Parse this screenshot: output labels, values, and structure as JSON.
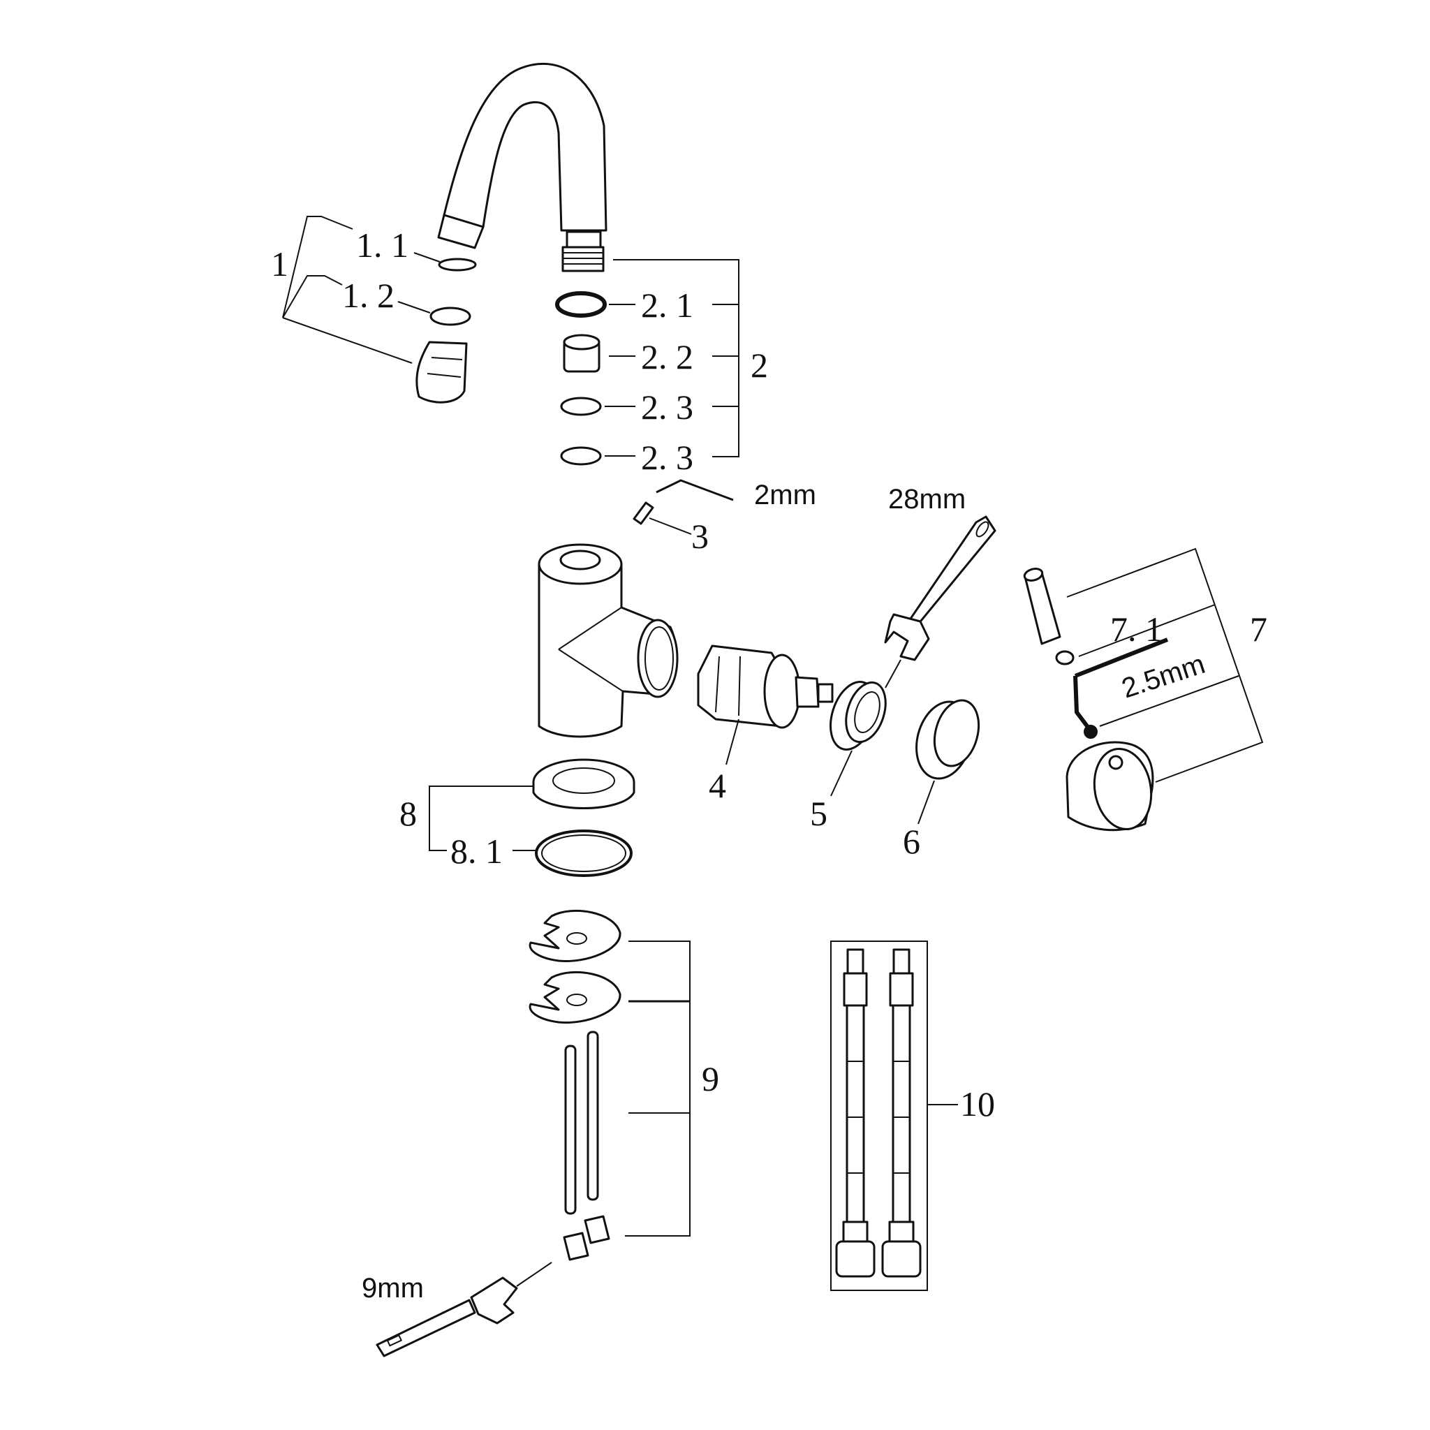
{
  "labels": {
    "p1": "1",
    "p1_1": "1. 1",
    "p1_2": "1. 2",
    "p2": "2",
    "p2_1": "2. 1",
    "p2_2": "2. 2",
    "p2_3a": "2. 3",
    "p2_3b": "2. 3",
    "p3": "3",
    "p4": "4",
    "p5": "5",
    "p6": "6",
    "p7": "7",
    "p7_1": "7. 1",
    "p8": "8",
    "p8_1": "8. 1",
    "p9": "9",
    "p10": "10"
  },
  "tools": {
    "hex_key_small": "2mm",
    "wrench_large": "28mm",
    "hex_key_handle": "2.5mm",
    "wrench_small": "9mm"
  },
  "colors": {
    "line": "#111111",
    "background": "#ffffff"
  }
}
